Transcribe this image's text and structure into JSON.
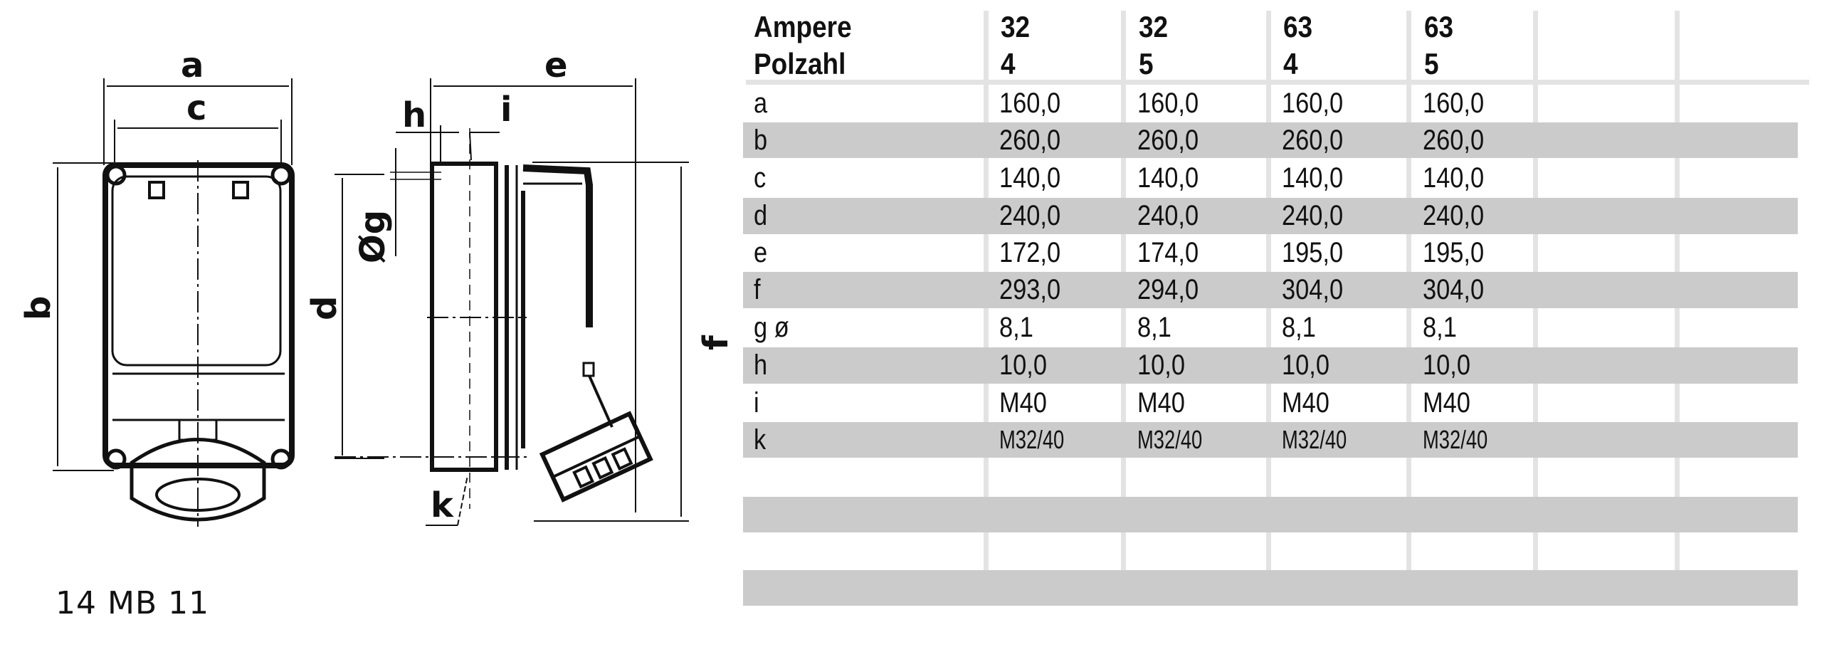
{
  "drawing": {
    "front_view_labels": {
      "a": "a",
      "c": "c",
      "b": "b",
      "d": "d"
    },
    "side_view_labels": {
      "e": "e",
      "h": "h",
      "i": "i",
      "g": "Øg",
      "f": "f",
      "k": "k"
    },
    "model_code": "14 MB 11"
  },
  "table": {
    "header": {
      "row_labels": [
        "Ampere",
        "Polzahl"
      ],
      "columns": [
        {
          "ampere": "32",
          "polzahl": "4"
        },
        {
          "ampere": "32",
          "polzahl": "5"
        },
        {
          "ampere": "63",
          "polzahl": "4"
        },
        {
          "ampere": "63",
          "polzahl": "5"
        },
        {
          "ampere": "",
          "polzahl": ""
        },
        {
          "ampere": "",
          "polzahl": ""
        }
      ]
    },
    "rows": [
      {
        "label": "a",
        "values": [
          "160,0",
          "160,0",
          "160,0",
          "160,0"
        ]
      },
      {
        "label": "b",
        "values": [
          "260,0",
          "260,0",
          "260,0",
          "260,0"
        ]
      },
      {
        "label": "c",
        "values": [
          "140,0",
          "140,0",
          "140,0",
          "140,0"
        ]
      },
      {
        "label": "d",
        "values": [
          "240,0",
          "240,0",
          "240,0",
          "240,0"
        ]
      },
      {
        "label": "e",
        "values": [
          "172,0",
          "174,0",
          "195,0",
          "195,0"
        ]
      },
      {
        "label": "f",
        "values": [
          "293,0",
          "294,0",
          "304,0",
          "304,0"
        ]
      },
      {
        "label": "g ø",
        "values": [
          "8,1",
          "8,1",
          "8,1",
          "8,1"
        ]
      },
      {
        "label": "h",
        "values": [
          "10,0",
          "10,0",
          "10,0",
          "10,0"
        ]
      },
      {
        "label": "i",
        "values": [
          "M40",
          "M40",
          "M40",
          "M40"
        ]
      },
      {
        "label": "k",
        "values": [
          "M32/40",
          "M32/40",
          "M32/40",
          "M32/40"
        ]
      },
      {
        "label": "",
        "values": [
          "",
          "",
          "",
          ""
        ]
      },
      {
        "label": "",
        "values": [
          "",
          "",
          "",
          ""
        ]
      },
      {
        "label": "",
        "values": [
          "",
          "",
          "",
          ""
        ]
      },
      {
        "label": "",
        "values": [
          "",
          "",
          "",
          ""
        ]
      }
    ]
  },
  "colors": {
    "row_stripe": "#cbcbcb",
    "grid_line": "#e3e3e3",
    "ink": "#111111"
  }
}
